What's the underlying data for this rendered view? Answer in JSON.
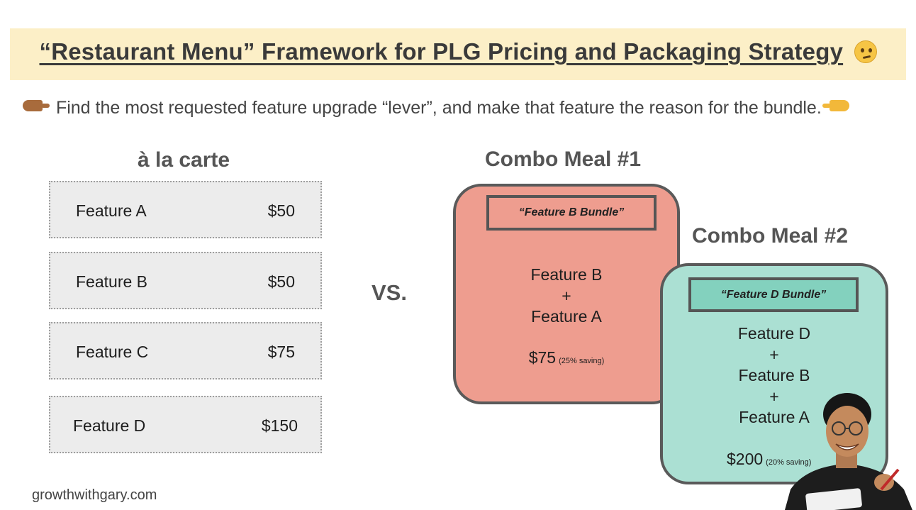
{
  "header": {
    "title": "“Restaurant Menu” Framework for PLG Pricing and Packaging Strategy",
    "title_emoji_icon": "thinking-face-icon"
  },
  "subtitle": {
    "text": "Find the most requested feature upgrade “lever”, and make that feature the reason for the bundle.",
    "left_icon": "pointing-right-hand-icon",
    "right_icon": "pointing-left-hand-icon"
  },
  "a_la_carte": {
    "heading": "à la carte",
    "items": [
      {
        "name": "Feature A",
        "price": "$50"
      },
      {
        "name": "Feature B",
        "price": "$50"
      },
      {
        "name": "Feature C",
        "price": "$75"
      },
      {
        "name": "Feature D",
        "price": "$150"
      }
    ]
  },
  "vs_label": "VS.",
  "combo1": {
    "heading": "Combo Meal #1",
    "bundle_name": "“Feature B Bundle”",
    "lines": [
      "Feature B",
      "+",
      "Feature A"
    ],
    "price": "$75",
    "saving": "(25% saving)",
    "color": "#ee9d8f"
  },
  "combo2": {
    "heading": "Combo Meal #2",
    "bundle_name": "“Feature D Bundle”",
    "lines": [
      "Feature D",
      "+",
      "Feature B",
      "+",
      "Feature A"
    ],
    "price": "$200",
    "saving": "(20% saving)",
    "color": "#abe0d3"
  },
  "footer": {
    "site": "growthwithgary.com"
  },
  "colors": {
    "title_band": "#fcefc7",
    "menu_item_bg": "#ececec",
    "bundle2_tag": "#83d1be"
  }
}
